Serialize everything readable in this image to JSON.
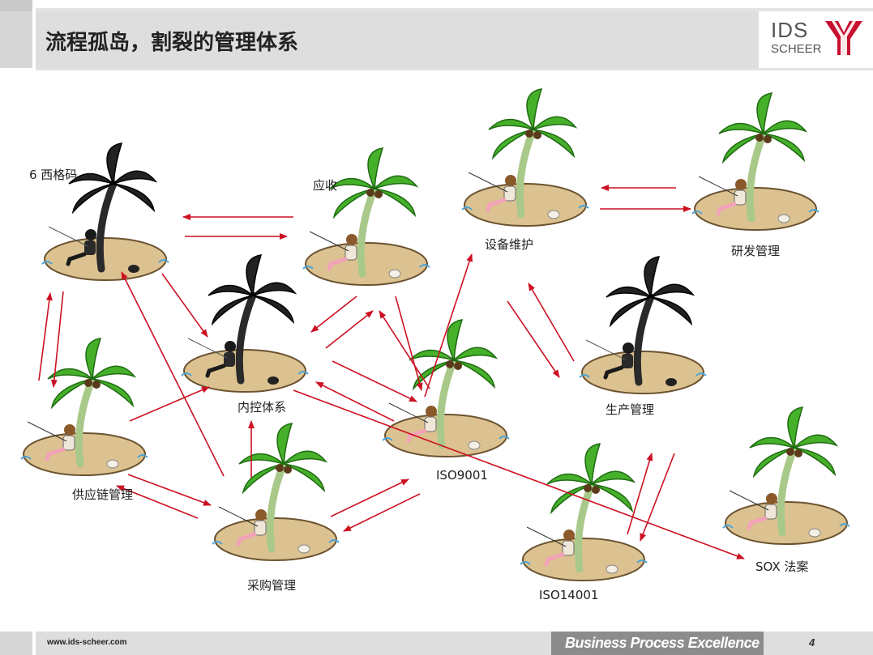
{
  "slide": {
    "title": "流程孤岛，割裂的管理体系",
    "page_number": "4"
  },
  "logo": {
    "line1": "IDS",
    "line2": "SCHEER",
    "brand_color": "#c8102e"
  },
  "footer": {
    "url": "www.ids-scheer.com",
    "tagline": "Business Process Excellence"
  },
  "colors": {
    "arrow": "#cc1122",
    "sand": "#dcc290",
    "palm_green": "#46b02a",
    "palm_dark": "#222222"
  },
  "islands": [
    {
      "id": "six-sigma",
      "label": "6  西格码",
      "palm": "dark"
    },
    {
      "id": "receivables",
      "label": "应收",
      "palm": "green"
    },
    {
      "id": "equipment-maintenance",
      "label": "设备维护",
      "palm": "green"
    },
    {
      "id": "rnd-management",
      "label": "研发管理",
      "palm": "green"
    },
    {
      "id": "internal-control",
      "label": "内控体系",
      "palm": "dark"
    },
    {
      "id": "production-management",
      "label": "生产管理",
      "palm": "dark"
    },
    {
      "id": "supply-chain",
      "label": "供应链管理",
      "palm": "green"
    },
    {
      "id": "iso9001",
      "label": "ISO9001",
      "palm": "green"
    },
    {
      "id": "procurement",
      "label": "采购管理",
      "palm": "green"
    },
    {
      "id": "iso14001",
      "label": "ISO14001",
      "palm": "green"
    },
    {
      "id": "sox",
      "label": "SOX  法案",
      "palm": "green"
    }
  ]
}
